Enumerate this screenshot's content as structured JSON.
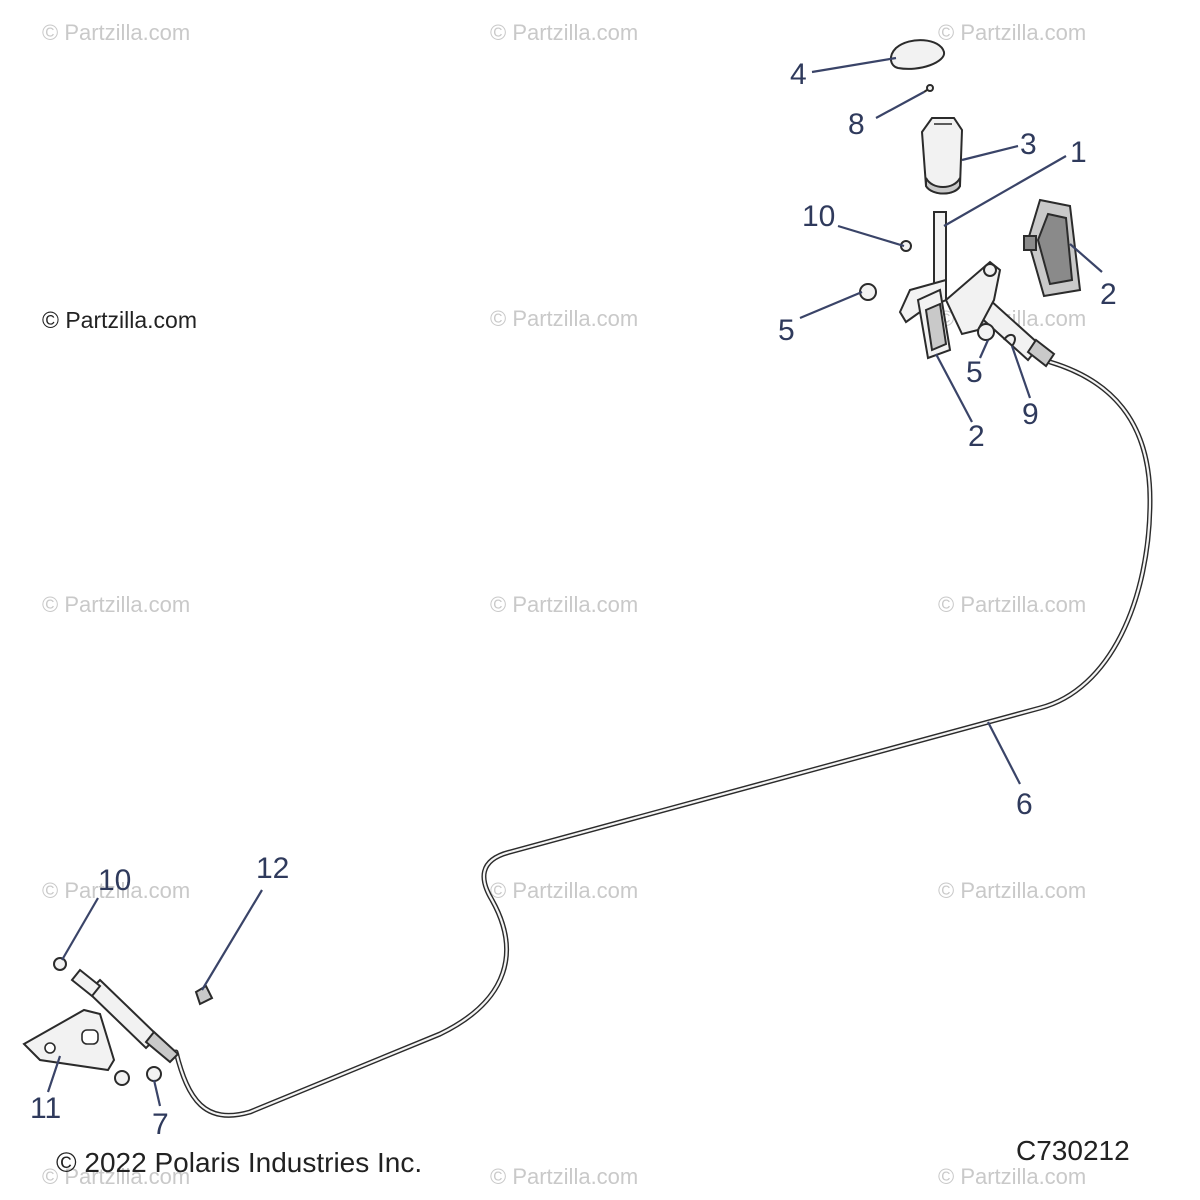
{
  "watermark": "© Partzilla.com",
  "site_note": "© Partzilla.com",
  "copyright": "© 2022 Polaris Industries Inc.",
  "diagram_code": "C730212",
  "callouts": {
    "c1": "1",
    "c2_upper": "2",
    "c2_lower": "2",
    "c3": "3",
    "c4": "4",
    "c5_left": "5",
    "c5_right": "5",
    "c6": "6",
    "c7": "7",
    "c8": "8",
    "c9": "9",
    "c10_upper": "10",
    "c10_lower": "10",
    "c11": "11",
    "c12": "12"
  },
  "colors": {
    "callout_text": "#2f3a5c",
    "watermark": "#c9c9c9",
    "line_art": "#2b2b2b"
  }
}
